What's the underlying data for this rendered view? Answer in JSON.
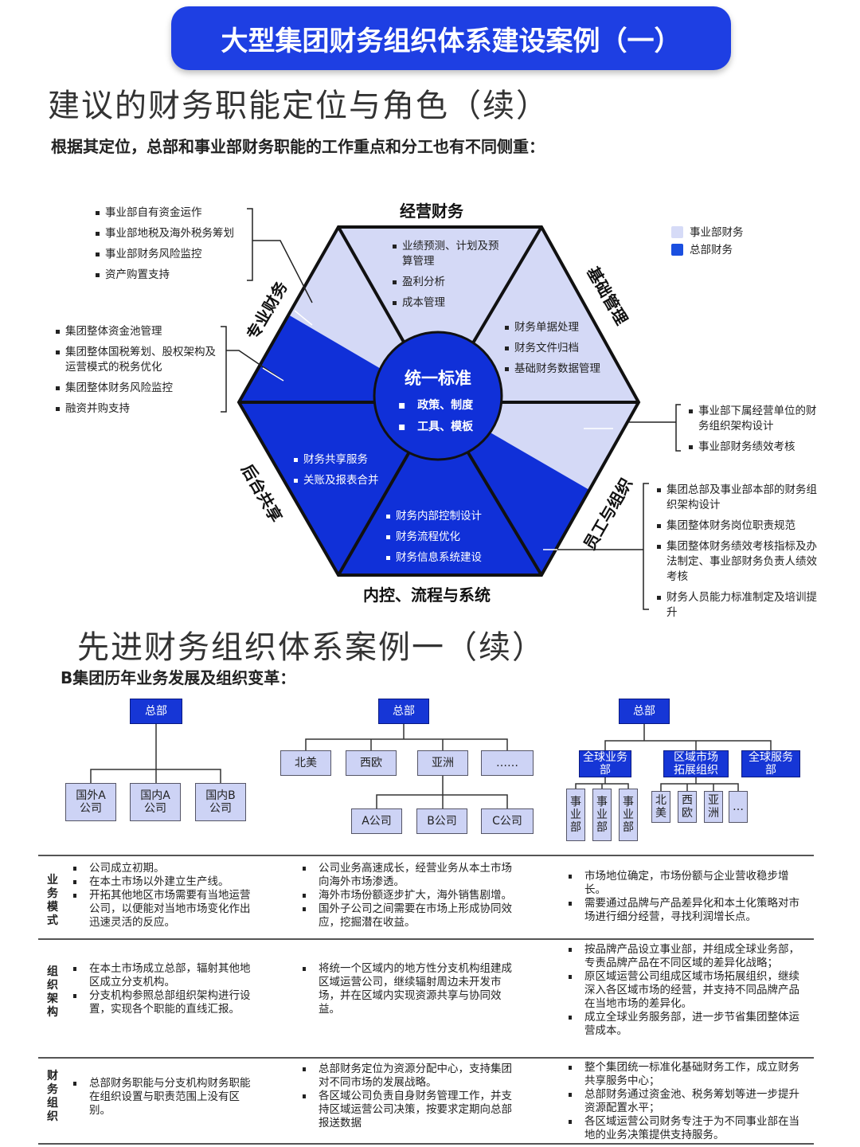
{
  "banner": "大型集团财务组织体系建设案例（一）",
  "section1": {
    "title": "建议的财务职能定位与角色（续）",
    "subtitle": "根据其定位，总部和事业部财务职能的工作重点和分工也有不同侧重："
  },
  "legend": [
    {
      "label": "事业部财务",
      "color": "#d6dbf7"
    },
    {
      "label": "总部财务",
      "color": "#1a4fe0"
    }
  ],
  "hexagon": {
    "colors": {
      "light": "#d4d9f6",
      "dark": "#1030d8"
    },
    "center": {
      "title": "统一标准",
      "items": [
        "政策、制度",
        "工具、模板"
      ]
    },
    "sectors": {
      "top": {
        "label": "经营财务",
        "items": [
          "业绩预测、计划及预算管理",
          "盈利分析",
          "成本管理"
        ]
      },
      "top_right": {
        "label": "基础管理",
        "items": [
          "财务单据处理",
          "财务文件归档",
          "基础财务数据管理"
        ]
      },
      "bottom_right": {
        "label": "员工与组织"
      },
      "bottom": {
        "label": "内控、流程与系统",
        "items": [
          "财务内部控制设计",
          "财务流程优化",
          "财务信息系统建设"
        ]
      },
      "bottom_left": {
        "label": "后台共享",
        "items": [
          "财务共享服务",
          "关账及报表合并"
        ]
      },
      "top_left": {
        "label": "专业财务"
      }
    },
    "callouts": {
      "left_division": [
        "事业部自有资金运作",
        "事业部地税及海外税务筹划",
        "事业部财务风险监控",
        "资产购置支持"
      ],
      "left_hq": [
        "集团整体资金池管理",
        "集团整体国税筹划、股权架构及运营模式的税务优化",
        "集团整体财务风险监控",
        "融资并购支持"
      ],
      "right_division": [
        "事业部下属经营单位的财务组织架构设计",
        "事业部财务绩效考核"
      ],
      "right_hq": [
        "集团总部及事业部本部的财务组织架构设计",
        "集团整体财务岗位职责规范",
        "集团整体财务绩效考核指标及办法制定、事业部财务负责人绩效考核",
        "财务人员能力标准制定及培训提升"
      ]
    }
  },
  "section2": {
    "title": "先进财务组织体系案例一（续）",
    "subtitle": "B集团历年业务发展及组织变革："
  },
  "org1": {
    "root": "总部",
    "children": [
      "国外A公司",
      "国内A公司",
      "国内B公司"
    ]
  },
  "org2": {
    "root": "总部",
    "regions": [
      "北美",
      "西欧",
      "亚洲",
      "……"
    ],
    "companies": [
      "A公司",
      "B公司",
      "C公司"
    ]
  },
  "org3": {
    "root": "总部",
    "groups": [
      "全球业务部",
      "区域市场拓展组织",
      "全球服务部"
    ],
    "divisions": [
      "事业部",
      "事业部",
      "事业部"
    ],
    "regions": [
      "北美",
      "西欧",
      "亚洲",
      "…"
    ]
  },
  "table": {
    "rows": [
      {
        "label": "业务模式",
        "cols": [
          [
            "公司成立初期。",
            "在本土市场以外建立生产线。",
            "开拓其他地区市场需要有当地运营公司，以便能对当地市场变化作出迅速灵活的反应。"
          ],
          [
            "公司业务高速成长，经营业务从本土市场向海外市场渗透。",
            "海外市场份额逐步扩大，海外销售剧增。",
            "国外子公司之间需要在市场上形成协同效应，挖掘潜在收益。"
          ],
          [
            "市场地位确定，市场份额与企业营收稳步增长。",
            "需要通过品牌与产品差异化和本土化策略对市场进行细分经营，寻找利润增长点。"
          ]
        ]
      },
      {
        "label": "组织架构",
        "cols": [
          [
            "在本土市场成立总部，辐射其他地区成立分支机构。",
            "分支机构参照总部组织架构进行设置，实现各个职能的直线汇报。"
          ],
          [
            "将统一个区域内的地方性分支机构组建成区域运营公司，继续辐射周边未开发市场，并在区域内实现资源共享与协同效益。"
          ],
          [
            "按品牌产品设立事业部，并组成全球业务部，专责品牌产品在不同区域的差异化战略；",
            "原区域运营公司组成区域市场拓展组织，继续深入各区域市场的经营，并支持不同品牌产品在当地市场的差异化。",
            "成立全球业务服务部，进一步节省集团整体运营成本。"
          ]
        ]
      },
      {
        "label": "财务组织",
        "cols": [
          [
            "总部财务职能与分支机构财务职能在组织设置与职责范围上没有区别。"
          ],
          [
            "总部财务定位为资源分配中心，支持集团对不同市场的发展战略。",
            "各区域公司负责自身财务管理工作，并支持区域运营公司决策，按要求定期向总部报送数据"
          ],
          [
            "整个集团统一标准化基础财务工作，成立财务共享服务中心；",
            "总部财务通过资金池、税务筹划等进一步提升资源配置水平；",
            "各区域运营公司财务专注于为不同事业部在当地的业务决策提供支持服务。"
          ]
        ]
      }
    ]
  }
}
